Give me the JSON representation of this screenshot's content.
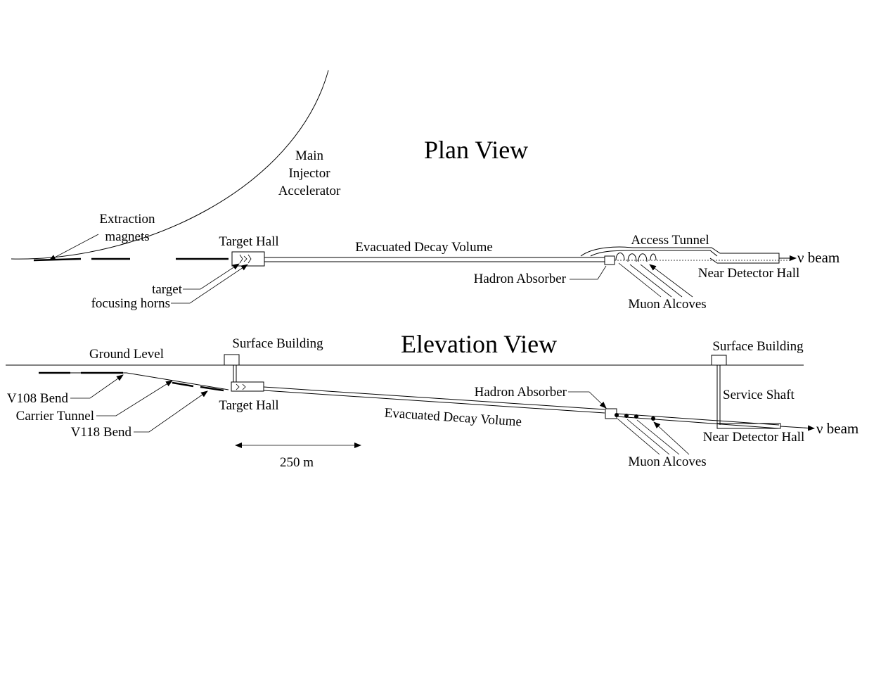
{
  "plan": {
    "title": "Plan View",
    "main_injector": [
      "Main",
      "Injector",
      "Accelerator"
    ],
    "extraction": [
      "Extraction",
      "magnets"
    ],
    "target_hall": "Target Hall",
    "decay_volume": "Evacuated Decay Volume",
    "access_tunnel": "Access Tunnel",
    "nu_beam": "ν beam",
    "near_detector_hall": "Near Detector Hall",
    "hadron_absorber": "Hadron Absorber",
    "target": "target",
    "focusing_horns": "focusing horns",
    "muon_alcoves": "Muon Alcoves"
  },
  "elevation": {
    "title": "Elevation View",
    "ground_level": "Ground Level",
    "surface_building_left": "Surface Building",
    "surface_building_right": "Surface Building",
    "v108": "V108 Bend",
    "carrier_tunnel": "Carrier Tunnel",
    "v118": "V118 Bend",
    "target_hall": "Target Hall",
    "decay_volume": "Evacuated Decay Volume",
    "hadron_absorber": "Hadron Absorber",
    "service_shaft": "Service Shaft",
    "nu_beam": "ν beam",
    "near_detector_hall": "Near Detector Hall",
    "muon_alcoves": "Muon Alcoves",
    "scale_label": "250 m"
  }
}
